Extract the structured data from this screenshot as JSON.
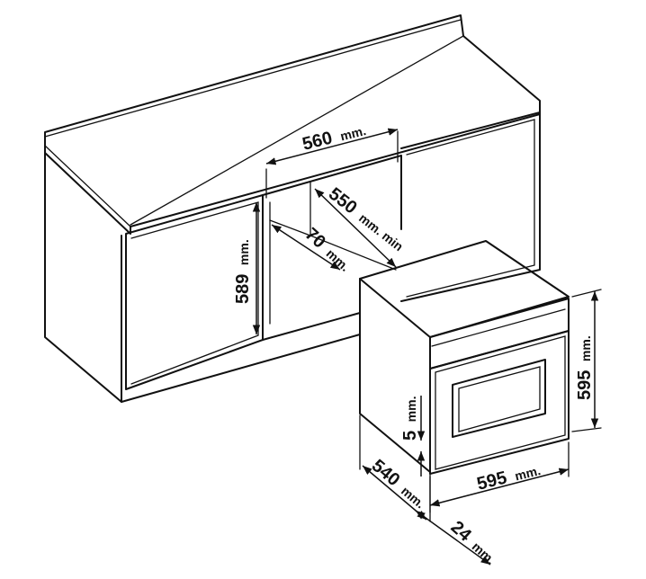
{
  "dimensions": {
    "niche_width": {
      "value": "560",
      "unit": "mm."
    },
    "niche_depth": {
      "value": "550",
      "unit": "mm. min"
    },
    "back_gap": {
      "value": "70",
      "unit": "mm."
    },
    "niche_height": {
      "value": "589",
      "unit": "mm."
    },
    "oven_height": {
      "value": "595",
      "unit": "mm."
    },
    "oven_width": {
      "value": "595",
      "unit": "mm."
    },
    "oven_depth": {
      "value": "540",
      "unit": "mm."
    },
    "door_thickness": {
      "value": "24",
      "unit": "mm."
    },
    "bottom_gap": {
      "value": "5",
      "unit": "mm."
    }
  }
}
